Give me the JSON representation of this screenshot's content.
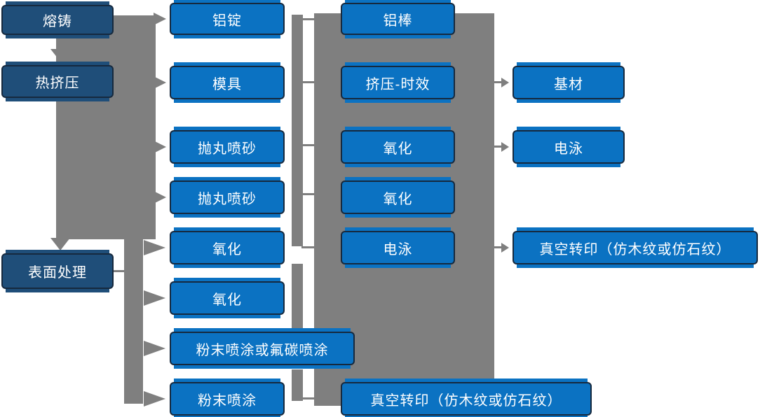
{
  "diagram": {
    "colors": {
      "connector_gray": "#7F7F7F",
      "process_blue": "#0B72C2",
      "stage_navy": "#1F4E79",
      "box_border": "#16293E",
      "text_white": "#FFFFFF",
      "canvas_white": "#FFFFFF"
    },
    "nodes": [
      {
        "name": "melt-casting",
        "label": "熔铸",
        "column": 1,
        "style": "dark"
      },
      {
        "name": "hot-extrusion",
        "label": "热挤压",
        "column": 1,
        "style": "dark"
      },
      {
        "name": "surface-treatment",
        "label": "表面处理",
        "column": 1,
        "style": "dark"
      },
      {
        "name": "aluminum-ingot",
        "label": "铝锭",
        "column": 2,
        "style": "light"
      },
      {
        "name": "mold",
        "label": "模具",
        "column": 2,
        "style": "light"
      },
      {
        "name": "shot-blast-sandblast-a",
        "label": "抛丸喷砂",
        "column": 2,
        "style": "light"
      },
      {
        "name": "shot-blast-sandblast-b",
        "label": "抛丸喷砂",
        "column": 2,
        "style": "light"
      },
      {
        "name": "oxidation-a",
        "label": "氧化",
        "column": 2,
        "style": "light"
      },
      {
        "name": "oxidation-b",
        "label": "氧化",
        "column": 2,
        "style": "light"
      },
      {
        "name": "powder-or-fluorocarbon-coating",
        "label": "粉末喷涂或氟碳喷涂",
        "column": 2,
        "style": "light"
      },
      {
        "name": "powder-coating",
        "label": "粉末喷涂",
        "column": 2,
        "style": "light"
      },
      {
        "name": "aluminum-rod",
        "label": "铝棒",
        "column": 3,
        "style": "light"
      },
      {
        "name": "extrusion-aging",
        "label": "挤压-时效",
        "column": 3,
        "style": "light"
      },
      {
        "name": "oxidation-c",
        "label": "氧化",
        "column": 3,
        "style": "light"
      },
      {
        "name": "oxidation-d",
        "label": "氧化",
        "column": 3,
        "style": "light"
      },
      {
        "name": "electrophoresis-a",
        "label": "电泳",
        "column": 3,
        "style": "light"
      },
      {
        "name": "vacuum-transfer-a",
        "label": "真空转印（仿木纹或仿石纹）",
        "column": 3,
        "style": "light"
      },
      {
        "name": "base-material",
        "label": "基材",
        "column": 4,
        "style": "light"
      },
      {
        "name": "electrophoresis-b",
        "label": "电泳",
        "column": 4,
        "style": "light"
      },
      {
        "name": "vacuum-transfer-b",
        "label": "真空转印（仿木纹或仿石纹）",
        "column": 4,
        "style": "light"
      }
    ],
    "arrows": [
      {
        "from": "熔铸",
        "to": "热挤压",
        "direction": "down"
      },
      {
        "from": "熔铸",
        "to": "表面处理",
        "direction": "down"
      },
      {
        "from": "熔铸",
        "to": "铝锭",
        "direction": "right"
      },
      {
        "from": "热挤压",
        "to": "模具",
        "direction": "right"
      },
      {
        "from": "热挤压",
        "to": "抛丸喷砂",
        "direction": "right"
      },
      {
        "from": "热挤压",
        "to": "抛丸喷砂",
        "direction": "right"
      },
      {
        "from": "表面处理",
        "to": "氧化",
        "direction": "right"
      },
      {
        "from": "表面处理",
        "to": "氧化",
        "direction": "right"
      },
      {
        "from": "表面处理",
        "to": "粉末喷涂或氟碳喷涂",
        "direction": "right"
      },
      {
        "from": "表面处理",
        "to": "粉末喷涂",
        "direction": "right"
      },
      {
        "from": "挤压-时效",
        "to": "基材",
        "direction": "right"
      },
      {
        "from": "氧化",
        "to": "电泳",
        "direction": "right"
      },
      {
        "from": "电泳",
        "to": "真空转印（仿木纹或仿石纹）",
        "direction": "right"
      }
    ]
  }
}
